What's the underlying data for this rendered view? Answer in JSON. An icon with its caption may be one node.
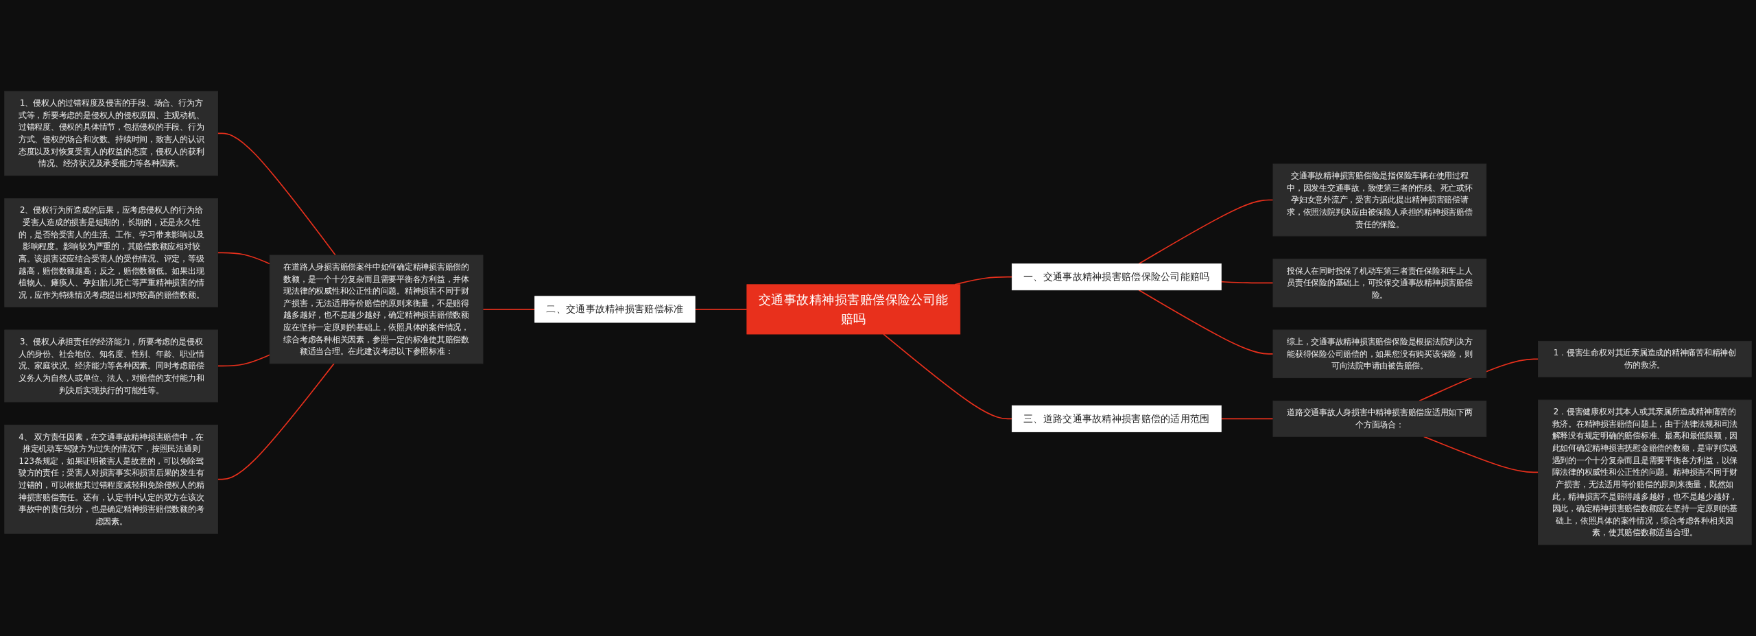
{
  "diagram": {
    "nodes": [
      {
        "text": [
          "交通事故精神损害赔偿保险公司能赔吗"
        ]
      },
      {
        "text": [
          "一、交通事故精神损害赔偿保险公司能赔吗"
        ]
      },
      {
        "text": [
          "交通事故精神损害赔偿险是指保险车辆在使用过程中，因发生交通事故，致使第三者的伤残、死亡或怀孕妇女意外流产，受害方据此提出精神损害赔偿请求，依照法院判决应由被保险人承担的精神损害赔偿责任的保险。"
        ]
      },
      {
        "text": [
          "投保人在同时投保了机动车第三者责任保险和车上人员责任保险的基础上，可投保交通事故精神损害赔偿险。"
        ]
      },
      {
        "text": [
          "综上，交通事故精神损害赔偿保险是根据法院判决方能获得保险公司赔偿的，如果您没有购买该保险，则可向法院申请由被告赔偿。"
        ]
      },
      {
        "text": [
          "二、交通事故精神损害赔偿标准"
        ]
      },
      {
        "text": [
          "在道路人身损害赔偿案件中如何确定精神损害赔偿的数额，是一个十分复杂而且需要平衡各方利益，并体现法律的权威性和公正性的问题。精神损害不同于财产损害，无法适用等价赔偿的原则来衡量，不是赔得越多越好，也不是越少越好，确定精神损害赔偿数额应在坚持一定原则的基础上，依照具体的案件情况，综合考虑各种相关因素，参照一定的标准使其赔偿数额适当合理。在此建议考虑以下参照标准："
        ]
      },
      {
        "text": [
          "1、侵权人的过错程度及侵害的手段、场合、行为方式等，所要考虑的是侵权人的侵权原因、主观动机、过错程度、侵权的具体情节，包括侵权的手段、行为方式、侵权的场合和次数、持续时间，致害人的认识态度以及对恢复受害人的权益的态度，侵权人的获利情况、经济状况及承受能力等各种因素。"
        ]
      },
      {
        "text": [
          "2、侵权行为所造成的后果，应考虑侵权人的行为给受害人造成的损害是短期的，长期的，还是永久性的，是否给受害人的生活、工作、学习带来影响以及影响程度。影响较为严重的，其赔偿数额应相对较高。该损害还应结合受害人的受伤情况、评定，等级越高，赔偿数额越高；反之，赔偿数额低。如果出现植物人、瘫痪人、孕妇胎儿死亡等严重精神损害的情况，应作为特殊情况考虑提出相对较高的赔偿数额。"
        ]
      },
      {
        "text": [
          "3、侵权人承担责任的经济能力，所要考虑的是侵权人的身份、社会地位、知名度、性别、年龄、职业情况、家庭状况、经济能力等各种因素。同时考虑赔偿义务人为自然人或单位、法人，对赔偿的支付能力和判决后实现执行的可能性等。"
        ]
      },
      {
        "text": [
          "4、 双方责任因素，在交通事故精神损害赔偿中，在推定机动车驾驶方为过失的情况下，按照民法通则123条规定，如果证明被害人是故意的，可以免除驾驶方的责任；受害人对损害事实和损害后果的发生有过错的，可以根据其过错程度减轻和免除侵权人的精神损害赔偿责任。还有，认定书中认定的双方在该次事故中的责任划分，也是确定精神损害赔偿数额的考虑因素。"
        ]
      },
      {
        "text": [
          "三、道路交通事故精神损害赔偿的适用范围"
        ]
      },
      {
        "text": [
          "道路交通事故人身损害中精神损害赔偿应适用如下两个方面场合："
        ]
      },
      {
        "text": [
          "1．侵害生命权对其近亲属造成的精神痛苦和精神创伤的救济。"
        ]
      },
      {
        "text": [
          "2．侵害健康权对其本人或其亲属所造成精神痛苦的救济。在精神损害赔偿问题上，由于法律法规和司法解释没有规定明确的赔偿标准、最高和最低限额，因此如何确定精神损害抚慰金赔偿的数额，是审判实践遇到的一个十分复杂而且是需要平衡各方利益，以保障法律的权威性和公正性的问题。精神损害不同于财产损害，无法适用等价赔偿的原则来衡量，既然如此，精神损害不是赔得越多越好，也不是越少越好，因此，确定精神损害赔偿数额应在坚持一定原则的基础上，依照具体的案件情况，综合考虑各种相关因素，使其赔偿数额适当合理。"
        ]
      }
    ],
    "edges": [
      {
        "from": 0,
        "to": 1,
        "arrow": "none"
      },
      {
        "from": 1,
        "to": 2,
        "arrow": "none"
      },
      {
        "from": 1,
        "to": 3,
        "arrow": "none"
      },
      {
        "from": 1,
        "to": 4,
        "arrow": "none"
      },
      {
        "from": 5,
        "to": 0,
        "arrow": "none"
      },
      {
        "from": 6,
        "to": 5,
        "arrow": "none"
      },
      {
        "from": 7,
        "to": 6,
        "arrow": "none"
      },
      {
        "from": 8,
        "to": 6,
        "arrow": "none"
      },
      {
        "from": 9,
        "to": 6,
        "arrow": "none"
      },
      {
        "from": 10,
        "to": 6,
        "arrow": "none"
      },
      {
        "from": 0,
        "to": 11,
        "arrow": "none"
      },
      {
        "from": 11,
        "to": 12,
        "arrow": "none"
      },
      {
        "from": 12,
        "to": 13,
        "arrow": "none"
      },
      {
        "from": 12,
        "to": 14,
        "arrow": "none"
      }
    ]
  }
}
